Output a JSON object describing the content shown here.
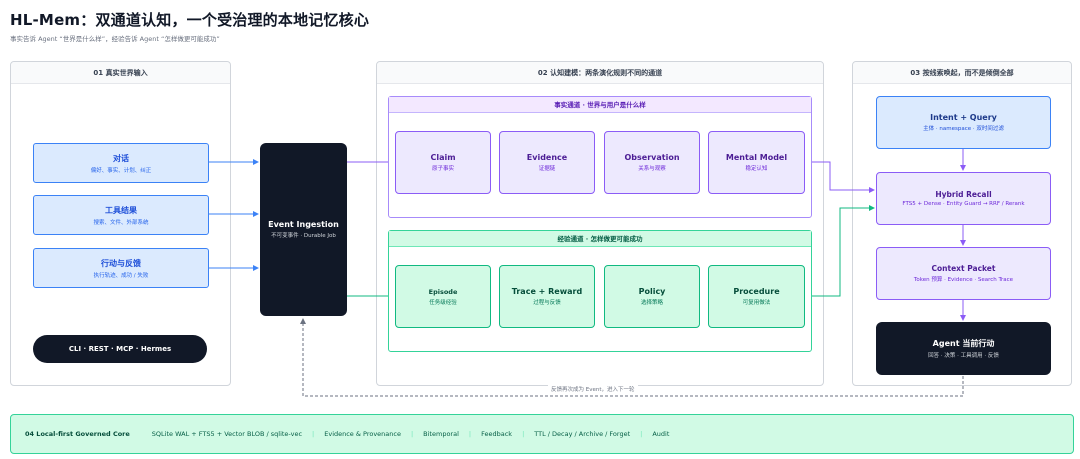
{
  "header": {
    "title": "HL-Mem：双通道认知，一个受治理的本地记忆核心",
    "subtitle": "事实告诉 Agent “世界是什么样”，经验告诉 Agent “怎样做更可能成功”"
  },
  "panels": {
    "input": {
      "title": "01    真实世界输入"
    },
    "model": {
      "title": "02    认知建模：两条演化规则不同的通道"
    },
    "recall": {
      "title": "03    按线索唤起，而不是倾倒全部"
    }
  },
  "inputs": [
    {
      "title": "对话",
      "subtitle": "偏好、事实、计划、纠正"
    },
    {
      "title": "工具结果",
      "subtitle": "搜索、文件、外部系统"
    },
    {
      "title": "行动与反馈",
      "subtitle": "执行轨迹、成功 / 失败"
    }
  ],
  "interfaces": "CLI · REST · MCP · Hermes",
  "ingestion": {
    "title": "Event Ingestion",
    "subtitle": "不可变事件 · Durable Job"
  },
  "fact_channel": {
    "title": "事实通道 · 世界与用户是什么样",
    "nodes": [
      {
        "title": "Claim",
        "subtitle": "原子事实"
      },
      {
        "title": "Evidence",
        "subtitle": "证据链"
      },
      {
        "title": "Observation",
        "subtitle": "关系与观察"
      },
      {
        "title": "Mental Model",
        "subtitle": "稳定认知"
      }
    ]
  },
  "experience_channel": {
    "title": "经验通道 · 怎样做更可能成功",
    "nodes": [
      {
        "title": "Episode",
        "subtitle": "任务级经验"
      },
      {
        "title": "Trace + Reward",
        "subtitle": "过程与反馈"
      },
      {
        "title": "Policy",
        "subtitle": "选择策略"
      },
      {
        "title": "Procedure",
        "subtitle": "可复用做法"
      }
    ]
  },
  "recall_chain": {
    "query": {
      "title": "Intent + Query",
      "subtitle": "主体 · namespace · 双时间过滤"
    },
    "hybrid": {
      "title": "Hybrid Recall",
      "subtitle": "FTS5 + Dense · Entity Guard → RRF / Rerank"
    },
    "context": {
      "title": "Context Packet",
      "subtitle": "Token 预算 · Evidence · Search Trace"
    },
    "agent": {
      "title": "Agent 当前行动",
      "subtitle": "回答 · 决策 · 工具调用 · 反馈"
    }
  },
  "loop_label": "反馈再次成为 Event，进入下一轮",
  "footer": {
    "lead": "04   Local-first Governed Core",
    "items": [
      "SQLite WAL + FTS5 + Vector BLOB / sqlite-vec",
      "Evidence & Provenance",
      "Bitemporal",
      "Feedback",
      "TTL / Decay / Archive / Forget",
      "Audit"
    ]
  },
  "colors": {
    "input_blue": "#3b82f6",
    "fact_purple": "#8b5cf6",
    "experience_green": "#10b981",
    "dark": "#111827"
  }
}
